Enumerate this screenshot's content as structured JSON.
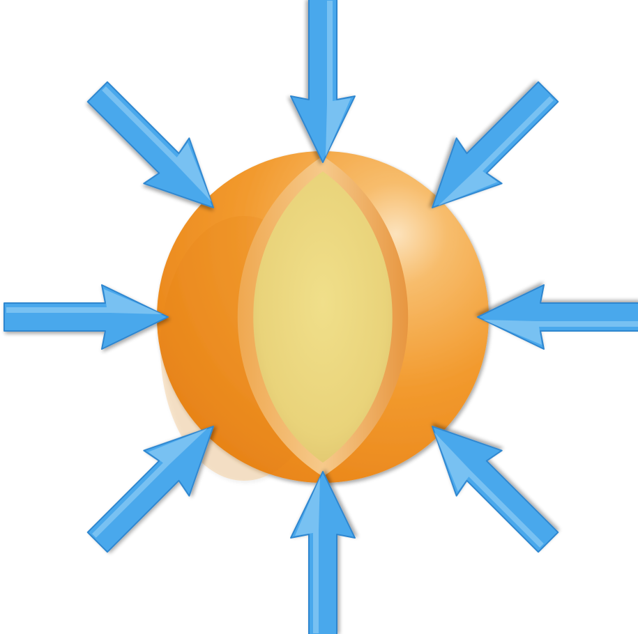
{
  "diagram": {
    "colors": {
      "background": "#ffffff",
      "sphere_outer": "#f29a2e",
      "sphere_highlight": "#fbd9a8",
      "core_fill": "#ecd67a",
      "core_rim": "#e9a24a",
      "arrow_fill": "#4aa8ec",
      "arrow_shade": "#2f86cf"
    },
    "arrows": [
      {
        "name": "top",
        "points_to": "center"
      },
      {
        "name": "top-right",
        "points_to": "center"
      },
      {
        "name": "right",
        "points_to": "center"
      },
      {
        "name": "bottom-right",
        "points_to": "center"
      },
      {
        "name": "bottom",
        "points_to": "center"
      },
      {
        "name": "bottom-left",
        "points_to": "center"
      },
      {
        "name": "left",
        "points_to": "center"
      },
      {
        "name": "top-left",
        "points_to": "center"
      }
    ]
  }
}
